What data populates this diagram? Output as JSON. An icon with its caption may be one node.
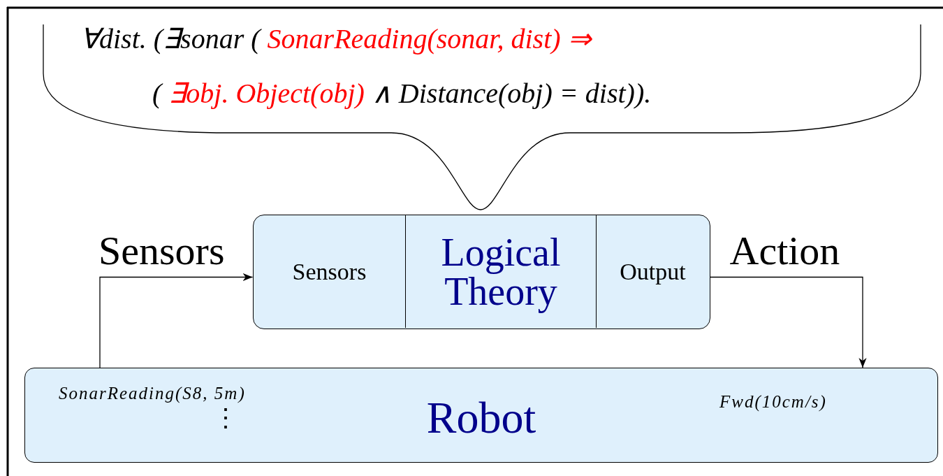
{
  "diagram": {
    "nodes": [
      {
        "text": [],
        "shape": "box"
      },
      {
        "text": [
          "Sensors"
        ],
        "in": 0
      },
      {
        "text": [
          "Logical Theory"
        ],
        "in": 0
      },
      {
        "text": [
          "Output"
        ],
        "in": 0
      },
      {
        "text": [
          "Robot"
        ]
      }
    ],
    "edges": [
      {
        "from": 4,
        "to": 1,
        "arrow": "to",
        "label": "Sensors"
      },
      {
        "from": 3,
        "to": 4,
        "arrow": "to",
        "label": "Action"
      }
    ],
    "labels": [
      "∀dist. (∃sonar (",
      "SonarReading(sonar, dist) ⇒",
      "(",
      "∃obj. Object(obj)",
      "∧ Distance(obj) = dist)).",
      "SonarReading(S8, 5m)",
      "⋮",
      "Fwd(10cm/s)"
    ]
  }
}
